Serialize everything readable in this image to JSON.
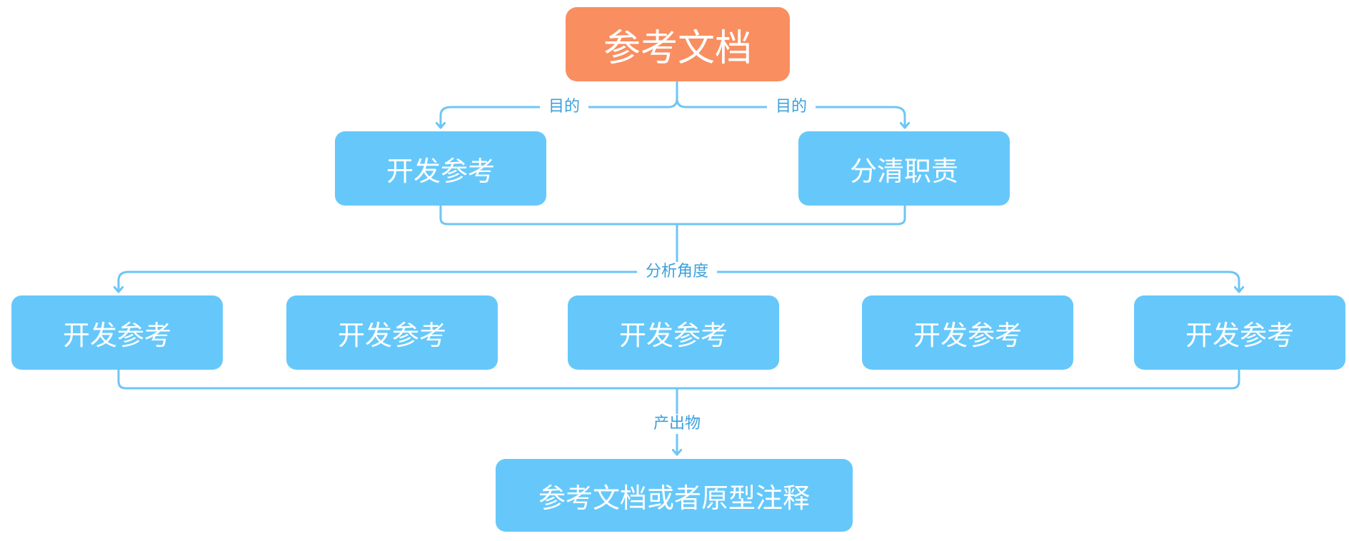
{
  "colors": {
    "root_fill": "#f98e60",
    "node_fill": "#66c8fa",
    "line": "#6ec6f5",
    "label_text": "#3aa0dc"
  },
  "root": {
    "label": "参考文档"
  },
  "purpose_label": "目的",
  "purposes": [
    {
      "label": "开发参考"
    },
    {
      "label": "分清职责"
    }
  ],
  "angle_label": "分析角度",
  "angles": [
    {
      "label": "开发参考"
    },
    {
      "label": "开发参考"
    },
    {
      "label": "开发参考"
    },
    {
      "label": "开发参考"
    },
    {
      "label": "开发参考"
    }
  ],
  "output_label": "产出物",
  "output": {
    "label": "参考文档或者原型注释"
  }
}
